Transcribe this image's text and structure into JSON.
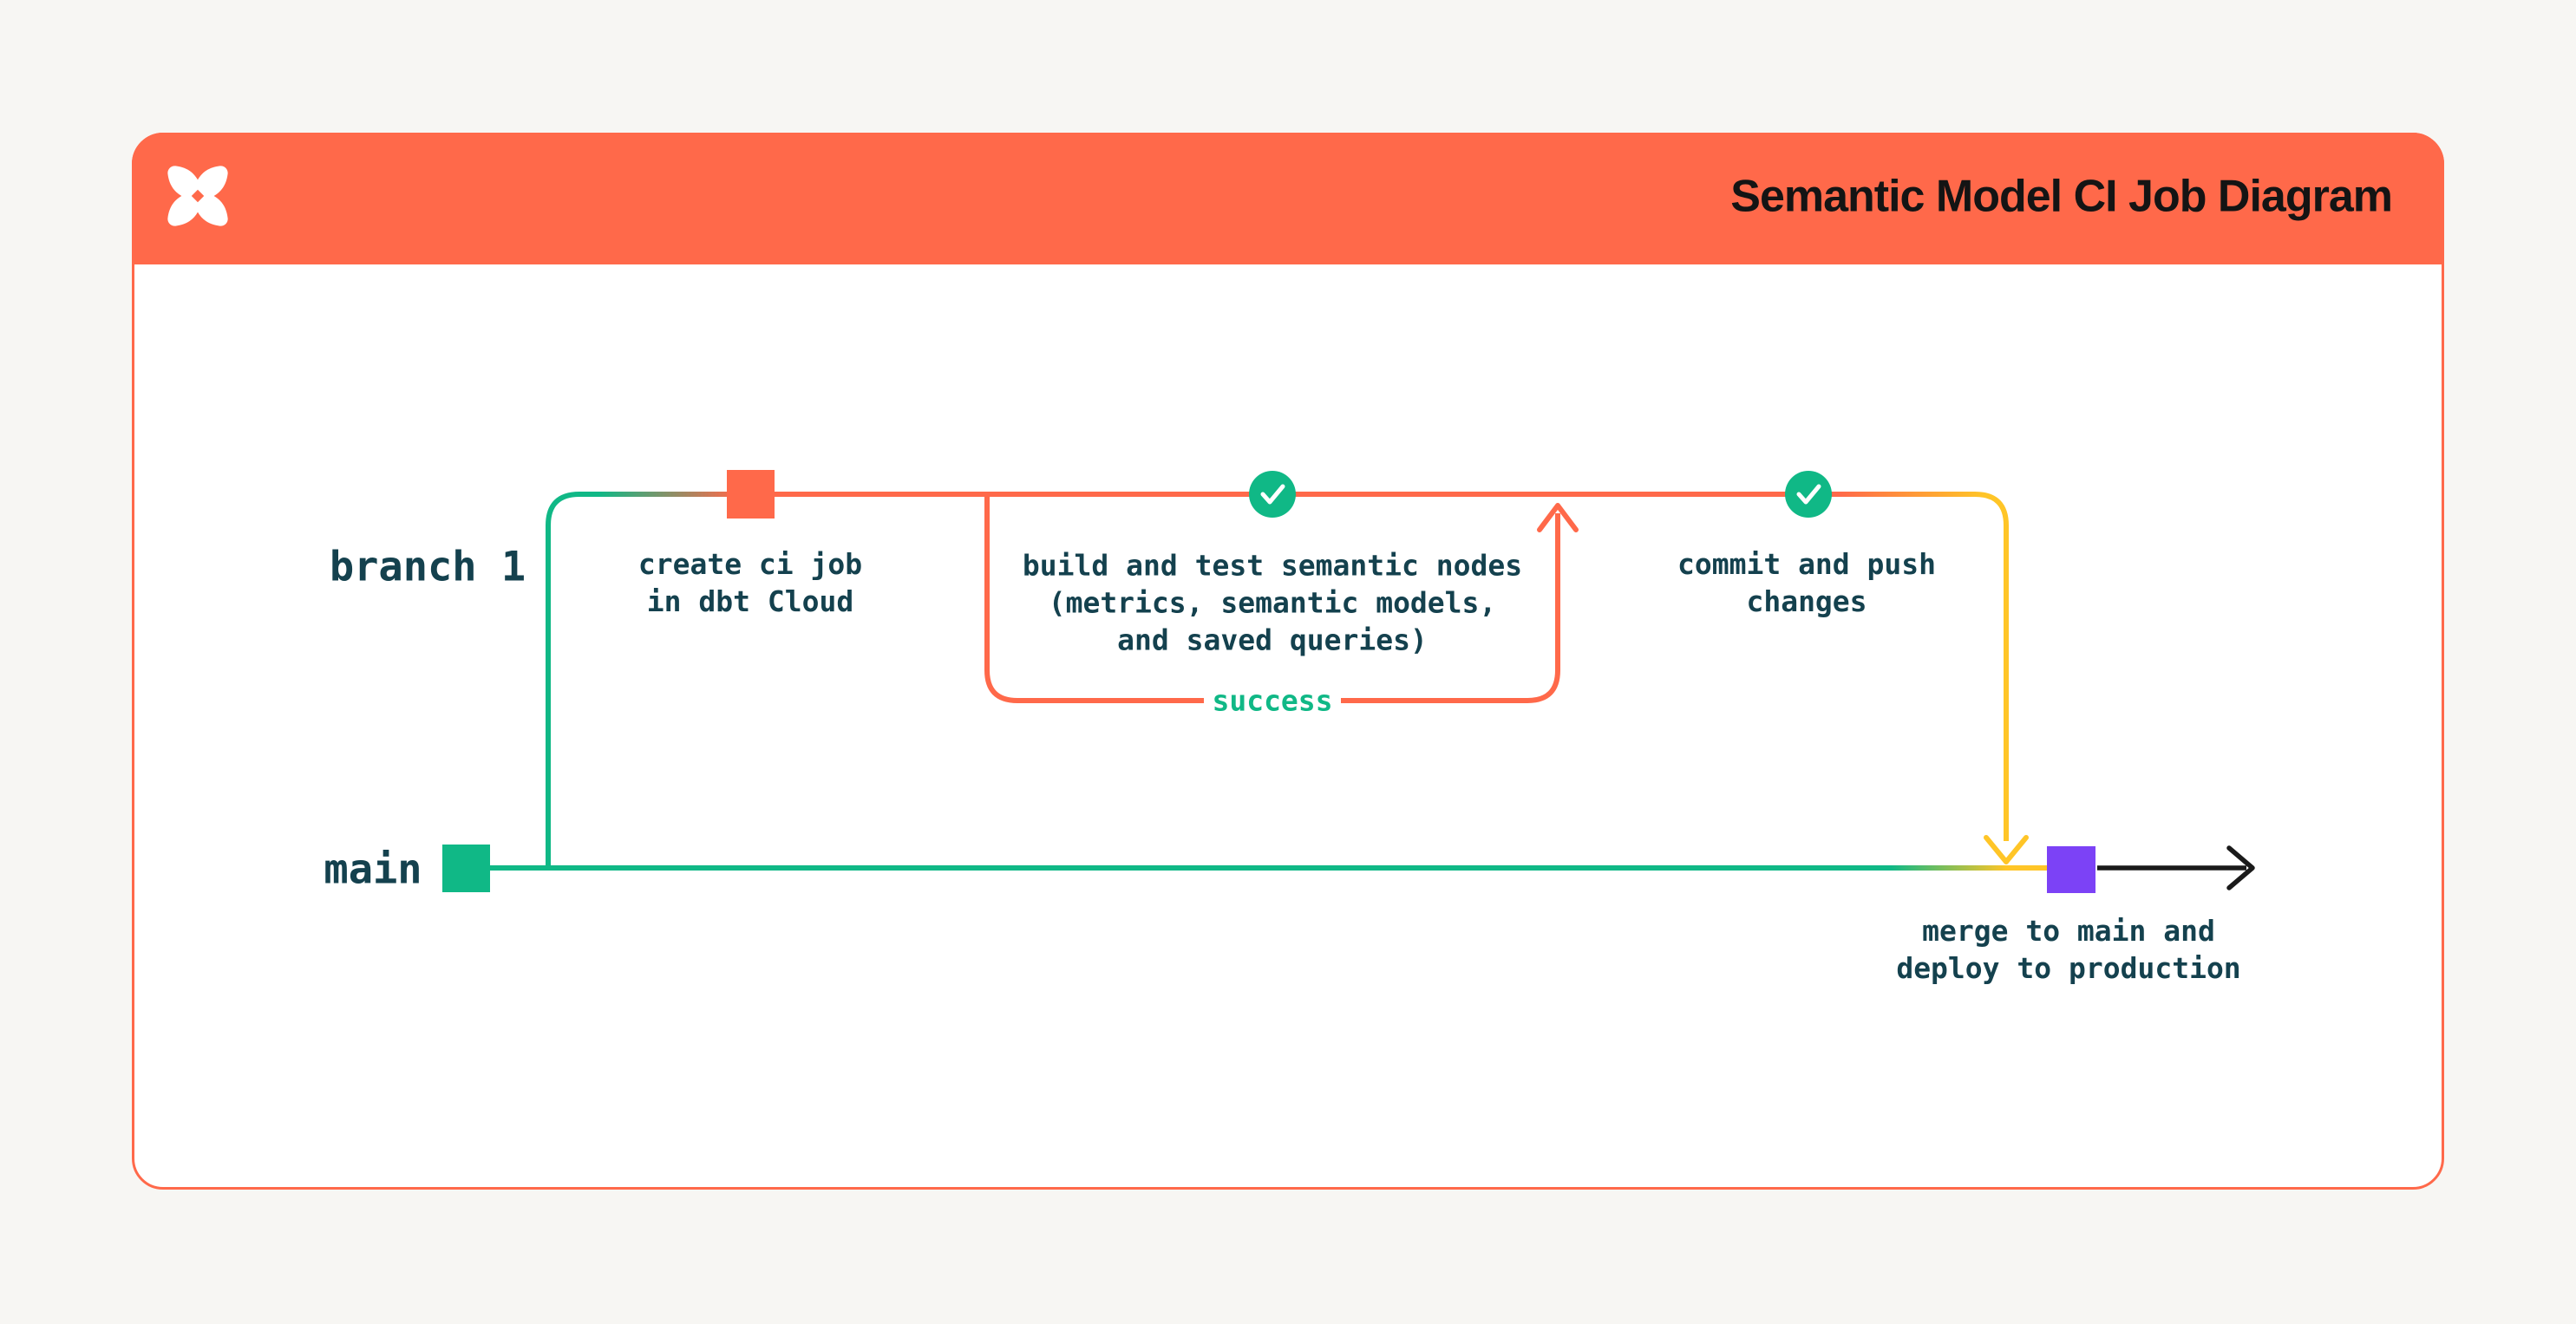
{
  "header": {
    "title": "Semantic Model CI Job Diagram",
    "logo": "dbt-logo"
  },
  "diagram": {
    "branches": [
      {
        "label": "branch 1"
      },
      {
        "label": "main"
      }
    ],
    "steps": [
      {
        "label": "create ci job\nin dbt Cloud",
        "marker": "orange-commit-square"
      },
      {
        "label": "build and test semantic nodes\n(metrics, semantic models,\nand saved queries)",
        "marker": "green-check-circle"
      },
      {
        "label": "commit and push\nchanges",
        "marker": "green-check-circle"
      },
      {
        "label": "merge to main and\ndeploy to production",
        "marker": "purple-commit-square"
      }
    ],
    "loop_label": "success"
  },
  "colors": {
    "header_background": "#FF694A",
    "orange": "#FF694A",
    "green": "#10B886",
    "yellow": "#FFC527",
    "purple": "#7C42F6",
    "text_dark": "#14414E",
    "title_text": "#141414",
    "arrow_black": "#1A1A1A",
    "page_background": "#F7F6F3",
    "card_background": "#FFFFFF",
    "check_mark": "#FFFFFF"
  }
}
